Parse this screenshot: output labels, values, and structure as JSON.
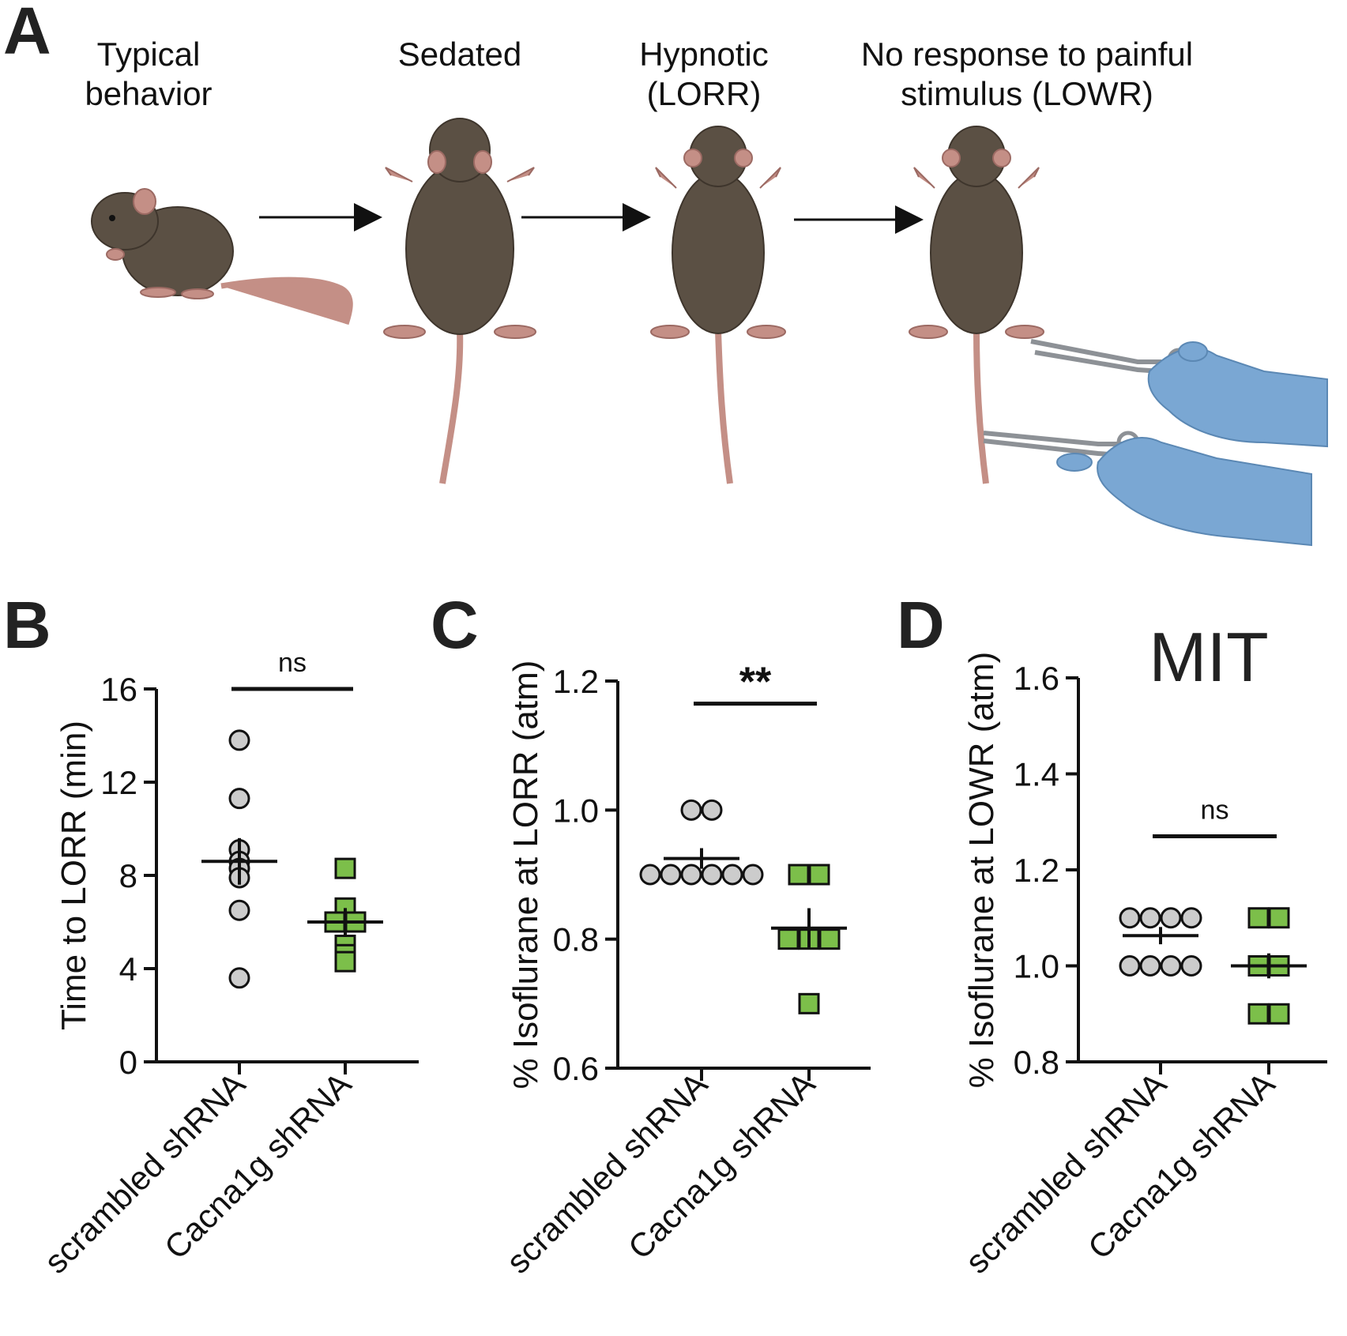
{
  "panels": {
    "A": "A",
    "B": "B",
    "C": "C",
    "D": "D"
  },
  "stages": {
    "typical": [
      "Typical",
      "behavior"
    ],
    "sedated": [
      "Sedated"
    ],
    "hypnotic": [
      "Hypnotic",
      "(LORR)"
    ],
    "no_response": [
      "No response to painful",
      "stimulus (LOWR)"
    ]
  },
  "illustration_icons": [
    "mouse-sitting-icon",
    "mouse-supine-icon",
    "arrow-right-icon",
    "forceps-icon",
    "gloved-hand-icon"
  ],
  "colors": {
    "scrambled_marker": "#cccccc",
    "cacna1g_marker": "#7cbf4a",
    "marker_stroke": "#111111",
    "mouse_body": "#5b5044",
    "mouse_pink": "#c48f86",
    "glove": "#7aa7d3"
  },
  "note_D": "MIT",
  "chart_data": [
    {
      "type": "scatter",
      "panel": "B",
      "categories": [
        "scrambled shRNA",
        "Cacna1g shRNA"
      ],
      "ylabel": "Time to LORR (min)",
      "ylim": [
        0,
        16
      ],
      "yticks": [
        "0",
        "4",
        "8",
        "12",
        "16"
      ],
      "yticks_values": [
        0,
        4,
        8,
        12,
        16
      ],
      "series": [
        {
          "values": [
            13.8,
            11.3,
            9.1,
            8.6,
            8.3,
            7.9,
            6.5,
            3.6
          ],
          "mean": 8.6,
          "sem": 1.0,
          "marker": "circle"
        },
        {
          "values": [
            8.3,
            6.6,
            6.0,
            6.0,
            5.0,
            4.6,
            4.3
          ],
          "mean": 6.0,
          "sem": 0.6,
          "marker": "square"
        }
      ],
      "significance": {
        "label": "ns",
        "y": 16
      }
    },
    {
      "type": "scatter",
      "panel": "C",
      "categories": [
        "scrambled shRNA",
        "Cacna1g shRNA"
      ],
      "ylabel": "% Isoflurane at LORR (atm)",
      "ylim": [
        0.6,
        1.2
      ],
      "yticks": [
        "0.6",
        "0.8",
        "1.0",
        "1.2"
      ],
      "yticks_values": [
        0.6,
        0.8,
        1.0,
        1.2
      ],
      "series": [
        {
          "values": [
            1.0,
            1.0,
            0.9,
            0.9,
            0.9,
            0.9,
            0.9,
            0.9
          ],
          "mean": 0.925,
          "sem": 0.016,
          "marker": "circle"
        },
        {
          "values": [
            0.9,
            0.9,
            0.8,
            0.8,
            0.8,
            0.7
          ],
          "mean": 0.817,
          "sem": 0.031,
          "marker": "square"
        }
      ],
      "significance": {
        "label": "**",
        "y": 1.165
      }
    },
    {
      "type": "scatter",
      "panel": "D",
      "categories": [
        "scrambled shRNA",
        "Cacna1g shRNA"
      ],
      "ylabel": "% Isoflurane at LOWR (atm)",
      "ylim": [
        0.8,
        1.6
      ],
      "yticks": [
        "0.8",
        "1.0",
        "1.2",
        "1.4",
        "1.6"
      ],
      "yticks_values": [
        0.8,
        1.0,
        1.2,
        1.4,
        1.6
      ],
      "series": [
        {
          "values": [
            1.1,
            1.1,
            1.1,
            1.1,
            1.0,
            1.0,
            1.0,
            1.0
          ],
          "mean": 1.063,
          "sem": 0.018,
          "marker": "circle"
        },
        {
          "values": [
            1.1,
            1.1,
            1.0,
            1.0,
            0.9,
            0.9
          ],
          "mean": 1.0,
          "sem": 0.026,
          "marker": "square"
        }
      ],
      "significance": {
        "label": "ns",
        "y": 1.27
      }
    }
  ]
}
